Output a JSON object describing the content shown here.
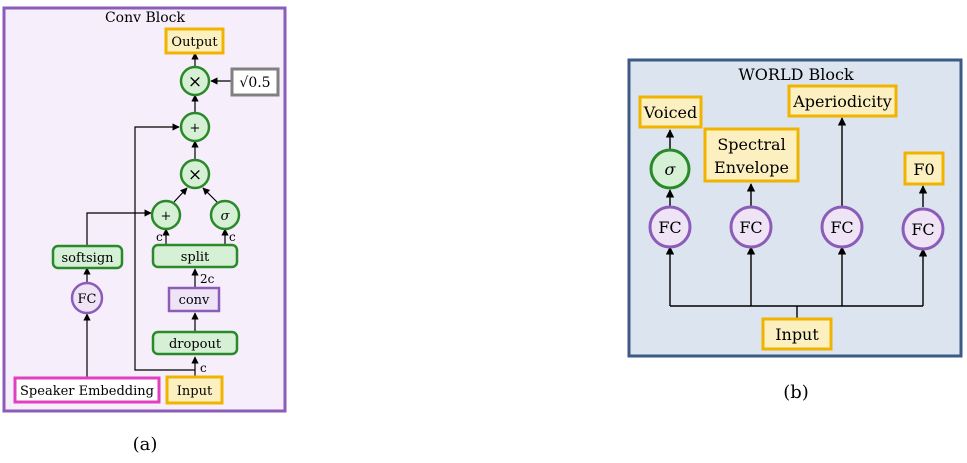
{
  "conv_block": {
    "title": "Conv Block",
    "output": "Output",
    "multiply": "×",
    "sqrt_const": "√0.5",
    "add": "+",
    "sigma": "σ",
    "split": "split",
    "conv": "conv",
    "dropout": "dropout",
    "softsign": "softsign",
    "fc": "FC",
    "speaker_embedding": "Speaker Embedding",
    "input": "Input",
    "label_c": "c",
    "label_2c": "2c",
    "caption": "(a)"
  },
  "world_block": {
    "title": "WORLD Block",
    "voiced": "Voiced",
    "sigma": "σ",
    "spectral_envelope_line1": "Spectral",
    "spectral_envelope_line2": "Envelope",
    "aperiodicity": "Aperiodicity",
    "f0": "F0",
    "fc": "FC",
    "input": "Input",
    "caption": "(b)"
  },
  "colors": {
    "conv_block_border": "#8b5cb8",
    "conv_block_bg": "#f6eefb",
    "world_block_border": "#3b5a86",
    "world_block_bg": "#dce5ef",
    "io_border": "#f0b400",
    "io_fill": "#fdf0c0",
    "green_border": "#2a8a2a",
    "green_fill": "#d6f0d6",
    "purple_border": "#8b5cb8",
    "purple_fill": "#eee4f6",
    "speaker_border": "#e040c0",
    "gray_border": "#808080"
  }
}
